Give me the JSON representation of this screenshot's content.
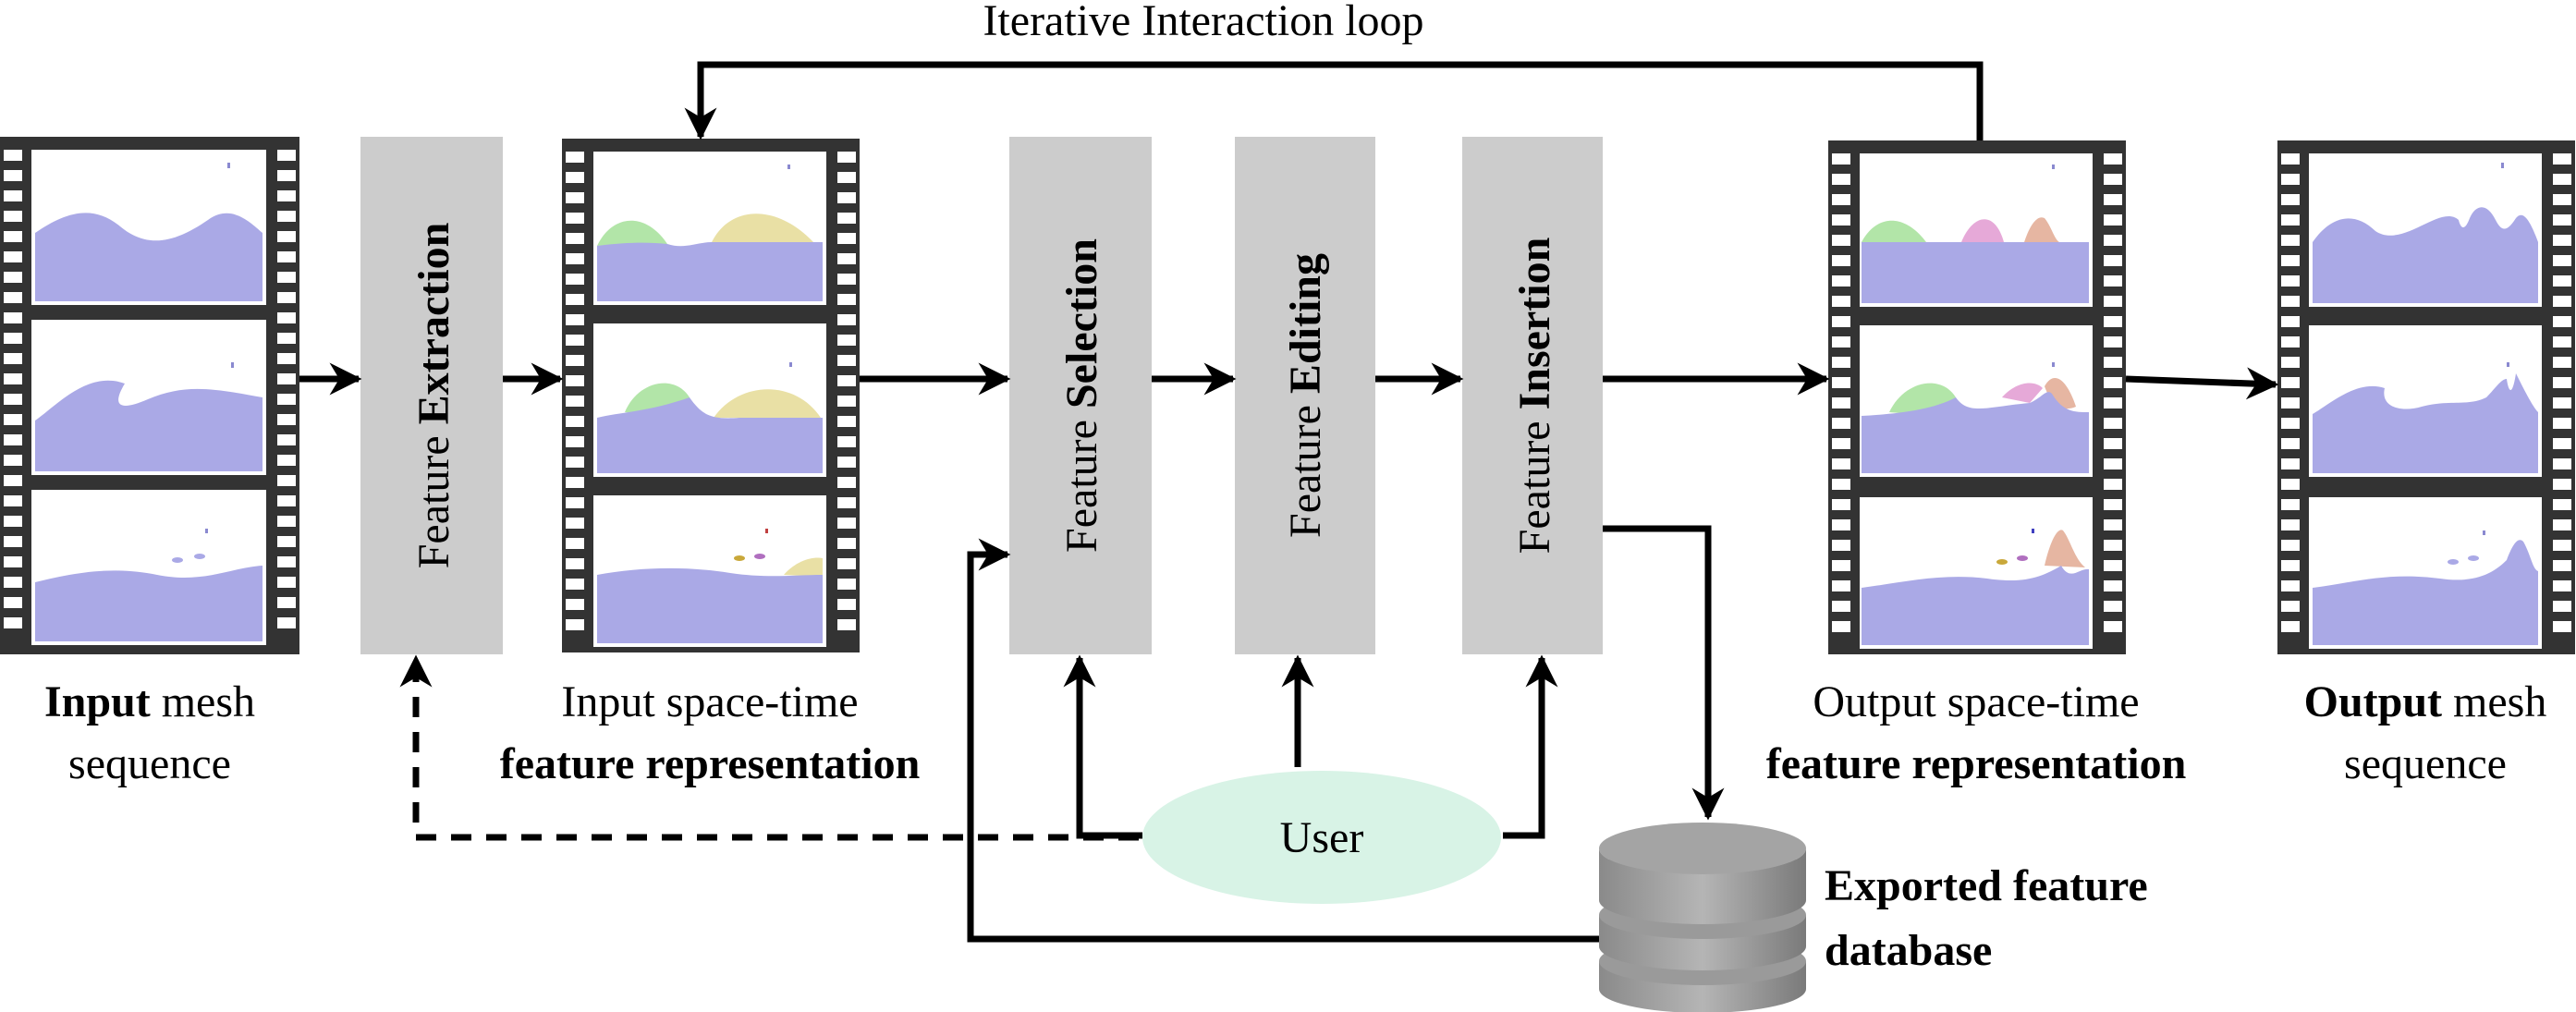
{
  "loop_label": "Iterative Interaction loop",
  "stages": [
    {
      "prefix": "Feature ",
      "emph": "Extraction"
    },
    {
      "prefix": "Feature ",
      "emph": "Selection"
    },
    {
      "prefix": "Feature ",
      "emph": "Editing"
    },
    {
      "prefix": "Feature ",
      "emph": "Insertion"
    }
  ],
  "captions": {
    "input_mesh": {
      "emph": "Input",
      "rest": " mesh",
      "line2": "sequence"
    },
    "input_rep": {
      "line1": "Input space-time",
      "line2": "feature representation"
    },
    "output_rep": {
      "line1": "Output space-time",
      "line2": "feature representation"
    },
    "output_mesh": {
      "emph": "Output",
      "rest": " mesh",
      "line2": "sequence"
    }
  },
  "user_label": "User",
  "database_label": {
    "line1": "Exported feature",
    "line2": "database"
  },
  "colors": {
    "stage_box": "#cccccc",
    "fluid": "#aaa9e6",
    "user_ellipse": "#d8f3e6",
    "feature_green": "#b2e5a8",
    "feature_yellow": "#e9e0a5",
    "feature_pink": "#e6a9d8",
    "feature_orange": "#e6b6a2",
    "film": "#333333",
    "database": "#8e8e8e"
  }
}
